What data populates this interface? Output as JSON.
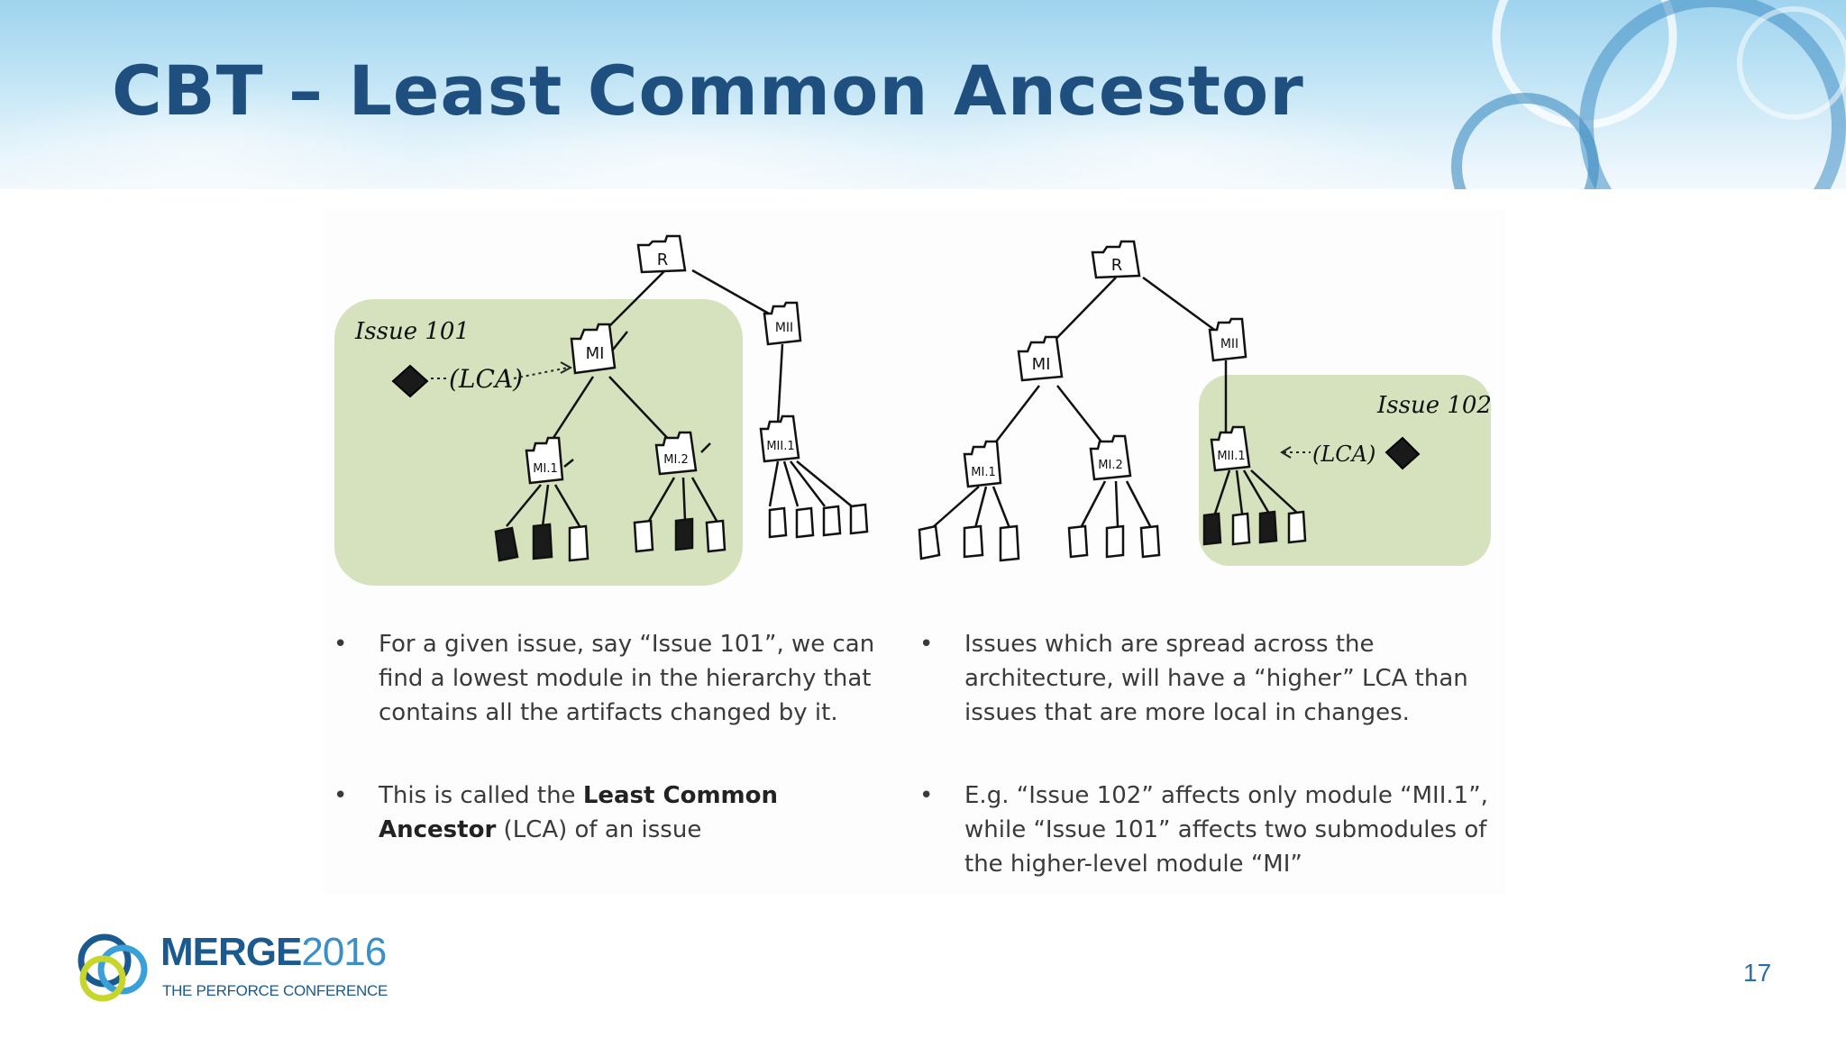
{
  "slide": {
    "title": "CBT – Least Common Ancestor",
    "page_number": "17"
  },
  "diagram": {
    "left_tree": {
      "issue_label": "Issue 101",
      "lca_label": "(LCA)",
      "nodes": {
        "root": "R",
        "mi": "MI",
        "mii": "MII",
        "mi1": "MI.1",
        "mi2": "MI.2",
        "mii1": "MII.1"
      }
    },
    "right_tree": {
      "issue_label": "Issue 102",
      "lca_label": "(LCA)",
      "nodes": {
        "root": "R",
        "mi": "MI",
        "mii": "MII",
        "mi1": "MI.1",
        "mi2": "MI.2",
        "mii1": "MII.1"
      }
    }
  },
  "bullets_left": [
    {
      "text": "For a given issue, say “Issue 101”, we can find a lowest module in the hierarchy that contains all the artifacts changed by it."
    },
    {
      "text_before": "This is called the ",
      "bold": "Least Common Ancestor",
      "text_after": " (LCA) of an issue"
    }
  ],
  "bullets_right": [
    {
      "text": "Issues which are spread across the architecture, will have a “higher” LCA than issues that are more local in changes."
    },
    {
      "text": "E.g. “Issue 102” affects only module “MII.1”, while “Issue 101” affects two submodules of the higher-level module “MI”"
    }
  ],
  "bullet_symbol": "•",
  "logo": {
    "word": "MERGE",
    "year": "2016",
    "subtitle": "THE PERFORCE CONFERENCE"
  },
  "colors": {
    "title": "#1e4f7e",
    "highlight_region": "#d5e2bd",
    "logo_blue": "#1b5a8e",
    "page_number": "#2a6fa8"
  }
}
